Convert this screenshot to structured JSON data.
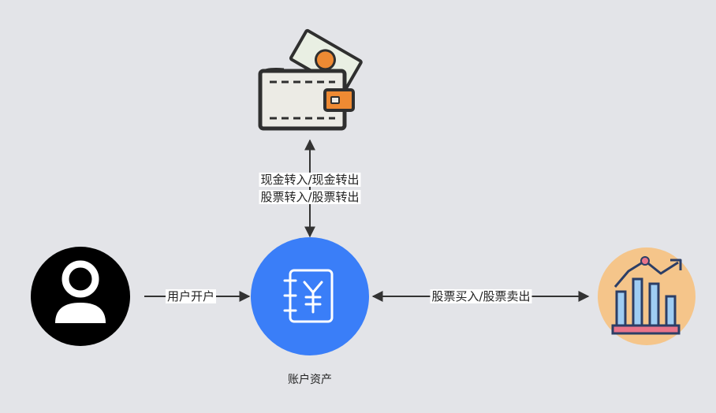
{
  "diagram": {
    "nodes": {
      "user": {
        "icon": "user-avatar-icon"
      },
      "account": {
        "icon": "ledger-yuan-icon",
        "label": "账户资产",
        "color": "#3a7ef8"
      },
      "wallet": {
        "icon": "wallet-cash-icon"
      },
      "stock": {
        "icon": "stock-chart-icon",
        "bg_color": "#f5c58a"
      }
    },
    "edges": {
      "open_account": {
        "label": "用户开户"
      },
      "cash_stock_transfer": {
        "line1": "现金转入/现金转出",
        "line2": "股票转入/股票转出"
      },
      "trade": {
        "label": "股票买入/股票卖出"
      }
    }
  }
}
